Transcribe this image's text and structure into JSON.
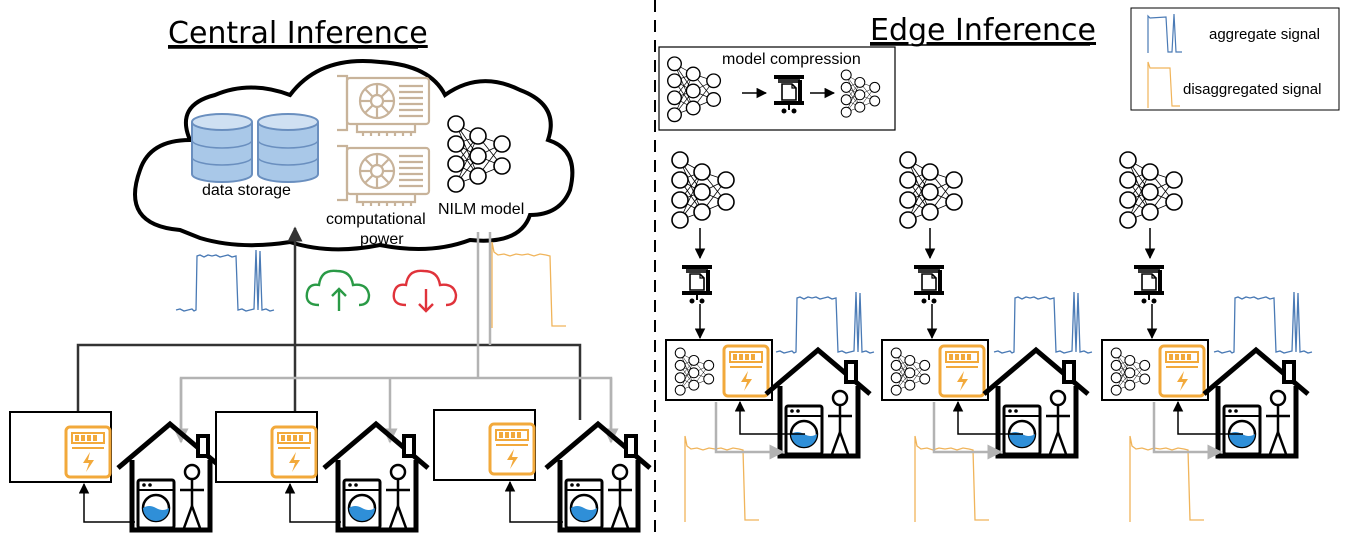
{
  "titles": {
    "central": "Central Inference",
    "edge": "Edge Inference"
  },
  "cloud": {
    "data_storage": "data storage",
    "computational_power_line1": "computational",
    "computational_power_line2": "power",
    "nilm_model": "NILM model"
  },
  "compression_box": {
    "label": "model compression"
  },
  "legend": {
    "aggregate": "aggregate signal",
    "disaggregated": "disaggregated signal"
  },
  "colors": {
    "aggregate_signal": "#4a7ab5",
    "disaggregated_signal": "#f0b45a",
    "meter": "#f2a93b",
    "upload": "#2a9a46",
    "download": "#e0333b",
    "gray_line": "#b3b3b3",
    "dark_line": "#333333",
    "water": "#2f8fd8",
    "gpu": "#c8b39a",
    "storage_fill": "#a9c8e8",
    "storage_stroke": "#6a8fbf"
  },
  "icons": {
    "upload": "cloud-upload-icon",
    "download": "cloud-download-icon",
    "meter": "smart-meter-icon",
    "house": "house-icon",
    "person": "person-icon",
    "washer": "washing-machine-icon",
    "compress": "file-compress-icon",
    "gpu": "gpu-card-icon",
    "database": "database-icon",
    "network": "neural-network-icon"
  }
}
